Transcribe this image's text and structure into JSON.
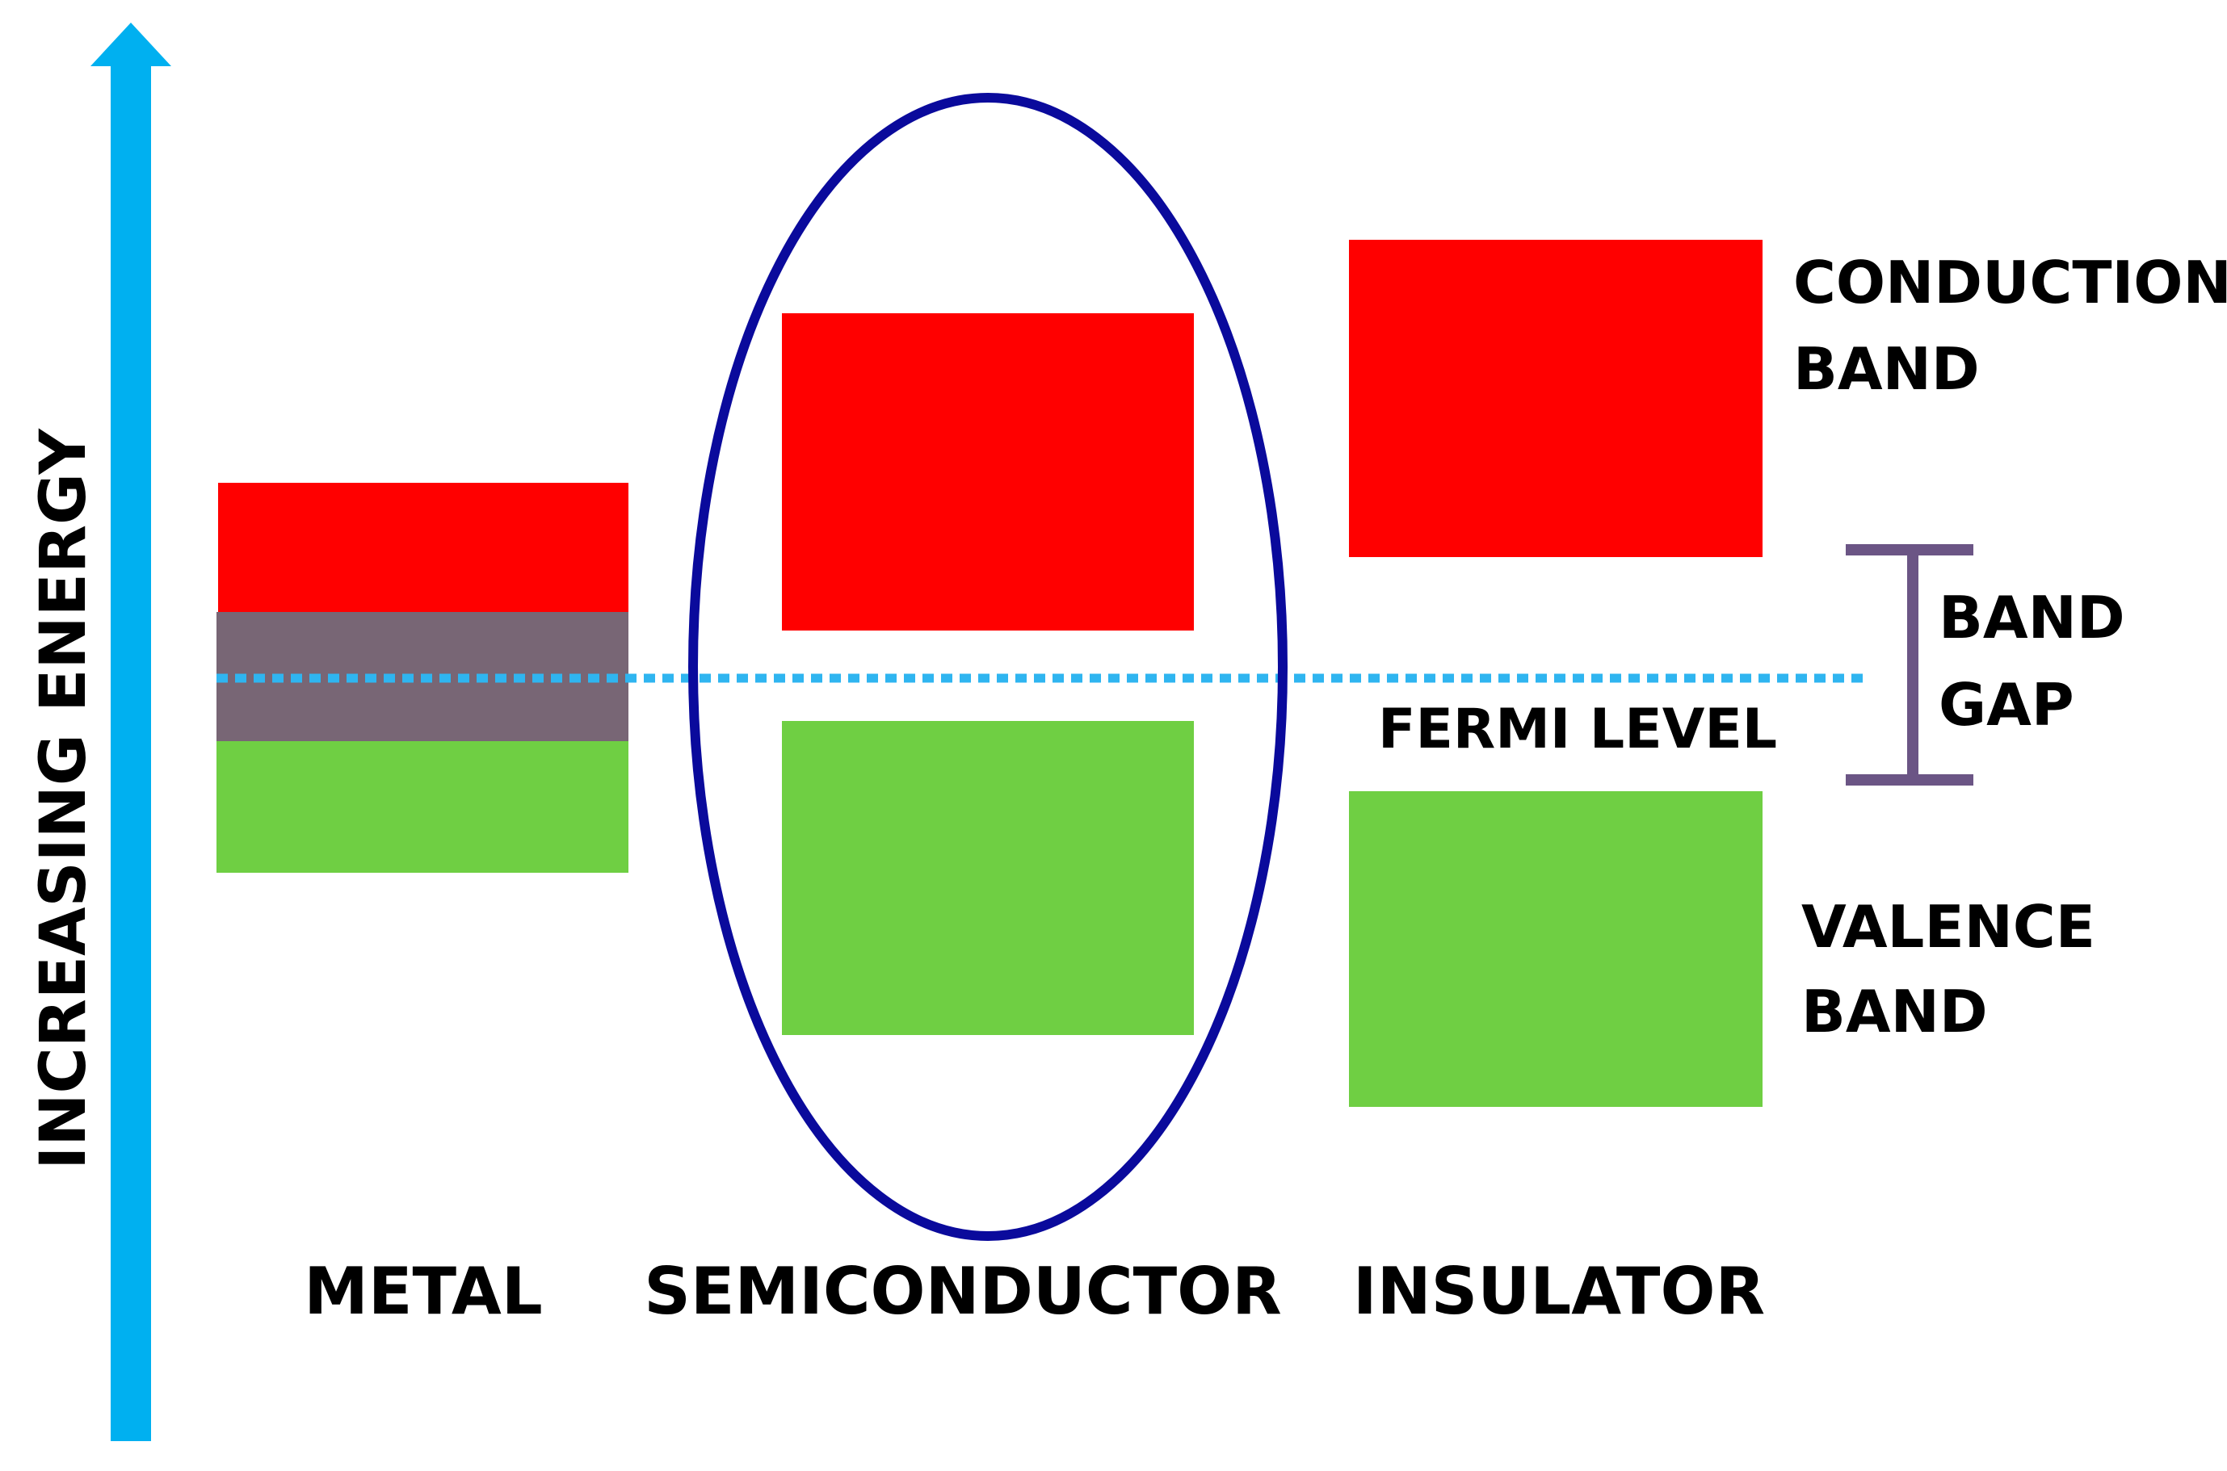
{
  "axis": {
    "label": "INCREASING ENERGY"
  },
  "materials": {
    "metal": "METAL",
    "semiconductor": "SEMICONDUCTOR",
    "insulator": "INSULATOR"
  },
  "labels": {
    "conduction_band_line1": "CONDUCTION",
    "conduction_band_line2": "BAND",
    "valence_band_line1": "VALENCE",
    "valence_band_line2": "BAND",
    "band_gap_line1": "BAND",
    "band_gap_line2": "GAP",
    "fermi_level": "FERMI LEVEL"
  },
  "colors": {
    "conduction_band": "#ff0000",
    "valence_band": "#6fcf43",
    "overlap": "#786675",
    "energy_arrow": "#00b0f0",
    "fermi_line": "#2fb5f0",
    "highlight_ellipse": "#0a0a9c",
    "band_gap_bracket": "#6b5585"
  }
}
